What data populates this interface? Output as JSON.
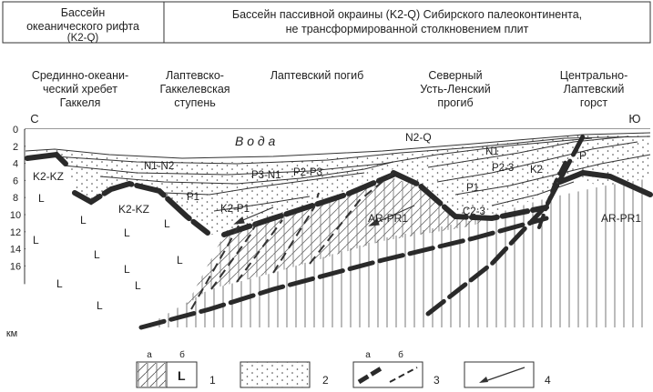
{
  "header": {
    "left_line1": "Бассейн",
    "left_line2": "океанического рифта",
    "left_line3": "(K2-Q)",
    "right_line1": "Бассейн пассивной окраины (K2-Q) Сибирского палеоконтинента,",
    "right_line2": "не трансформированной столкновением плит"
  },
  "regions": [
    {
      "line1": "Срединно-океани-",
      "line2": "ческий хребет",
      "line3": "Гаккеля"
    },
    {
      "line1": "Лаптевско-",
      "line2": "Гаккелевская",
      "line3": "ступень"
    },
    {
      "line1": "Лаптевский погиб",
      "line2": "",
      "line3": ""
    },
    {
      "line1": "Северный",
      "line2": "Усть-Ленский",
      "line3": "прогиб"
    },
    {
      "line1": "Центрально-",
      "line2": "Лаптевский",
      "line3": "горст"
    }
  ],
  "side_west": "С",
  "side_east": "Ю",
  "water_label": "В о д а",
  "depth_axis": {
    "unit": "км",
    "ticks": [
      "0",
      "2",
      "4",
      "6",
      "8",
      "10",
      "12",
      "14",
      "16"
    ]
  },
  "unit_labels": {
    "n2q": "N2-Q",
    "n1n2": "N1-N2",
    "n1": "N1",
    "p3n1": "P3-N1",
    "p2p3": "P2-P3",
    "p23": "P2-3",
    "p1_left": "P1",
    "p1_mid": "P1",
    "k2_right": "K2",
    "p_right": "P",
    "k2kz_left": "K2-KZ",
    "k2kz_mid": "K2-KZ",
    "k2p1": "K2-P1",
    "c23": "C2-3",
    "arpr_mid": "AR-PR1",
    "arpr_right": "AR-PR1",
    "basalt": "L"
  },
  "legend": {
    "items": [
      {
        "number": "1",
        "sub_a": "а",
        "sub_b": "б",
        "glyph": "L"
      },
      {
        "number": "2"
      },
      {
        "number": "3",
        "sub_a": "а",
        "sub_b": "б"
      },
      {
        "number": "4"
      }
    ]
  },
  "colors": {
    "ink": "#222222",
    "fault": "#2a2a2a",
    "background": "#ffffff"
  }
}
